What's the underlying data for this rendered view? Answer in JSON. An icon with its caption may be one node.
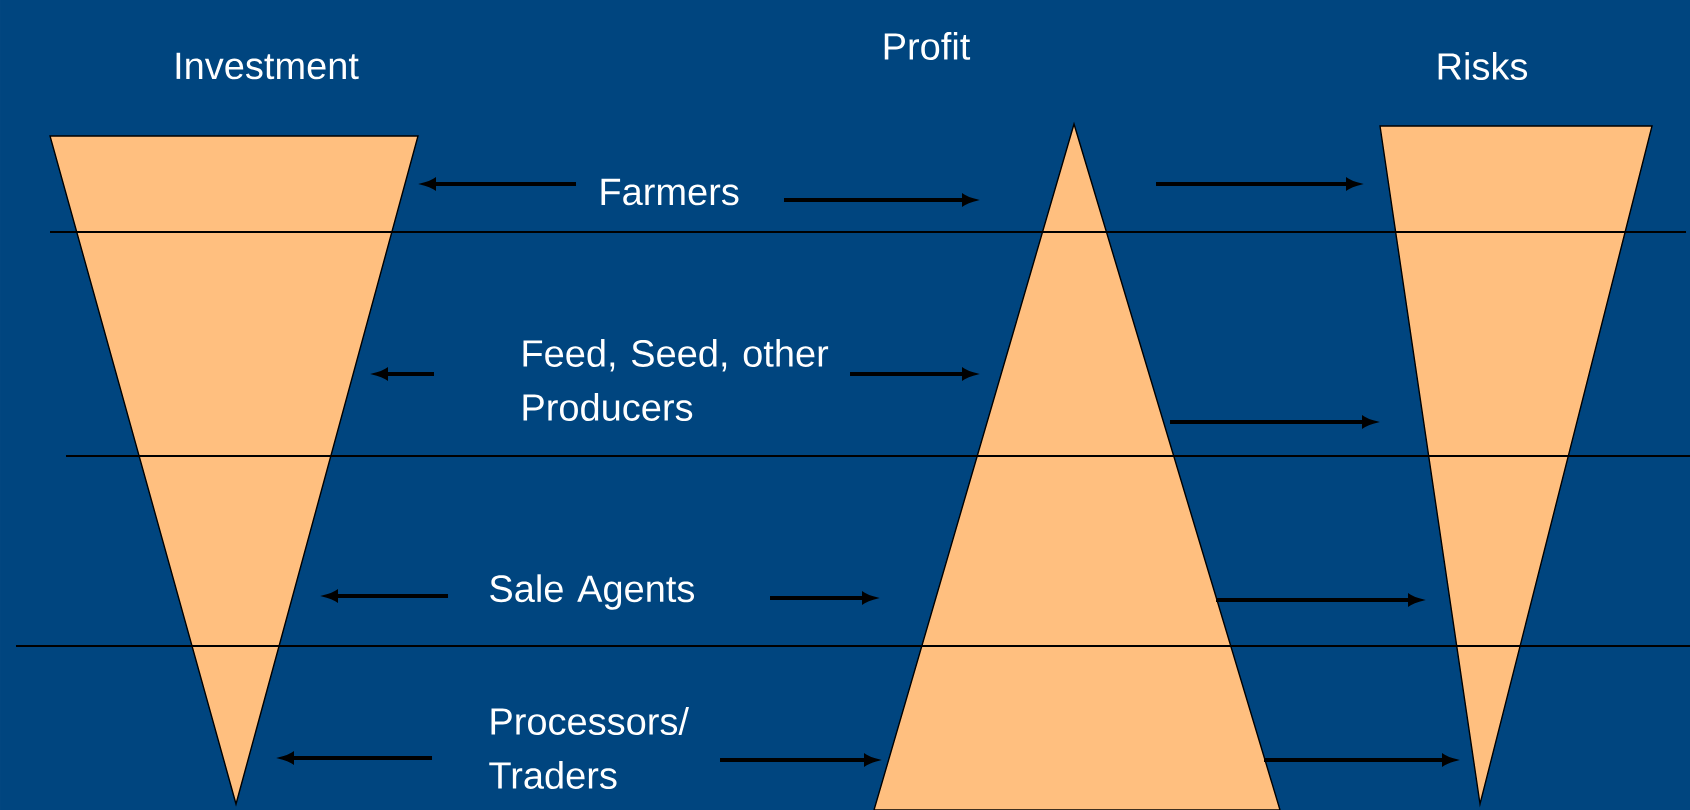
{
  "diagram": {
    "nodes": [
      {
        "text": [
          "Investment"
        ]
      },
      {
        "text": [
          "Profit"
        ]
      },
      {
        "text": [
          "Risks"
        ]
      },
      {
        "text": [
          "Farmers"
        ]
      },
      {
        "text": [
          "Feed, Seed, other Producers"
        ]
      },
      {
        "text": [
          "Sale Agents"
        ]
      },
      {
        "text": [
          "Processors/ Traders"
        ]
      }
    ],
    "edges": [
      {
        "from": 3,
        "to": 0,
        "arrow": "to"
      },
      {
        "from": 3,
        "to": 1,
        "arrow": "to"
      },
      {
        "from": 1,
        "to": 2,
        "arrow": "to"
      },
      {
        "from": 4,
        "to": 0,
        "arrow": "to"
      },
      {
        "from": 4,
        "to": 1,
        "arrow": "to"
      },
      {
        "from": 1,
        "to": 2,
        "arrow": "to"
      },
      {
        "from": 5,
        "to": 0,
        "arrow": "to"
      },
      {
        "from": 5,
        "to": 1,
        "arrow": "to"
      },
      {
        "from": 1,
        "to": 2,
        "arrow": "to"
      },
      {
        "from": 6,
        "to": 0,
        "arrow": "to"
      },
      {
        "from": 6,
        "to": 1,
        "arrow": "to"
      },
      {
        "from": 1,
        "to": 2,
        "arrow": "to"
      }
    ]
  }
}
